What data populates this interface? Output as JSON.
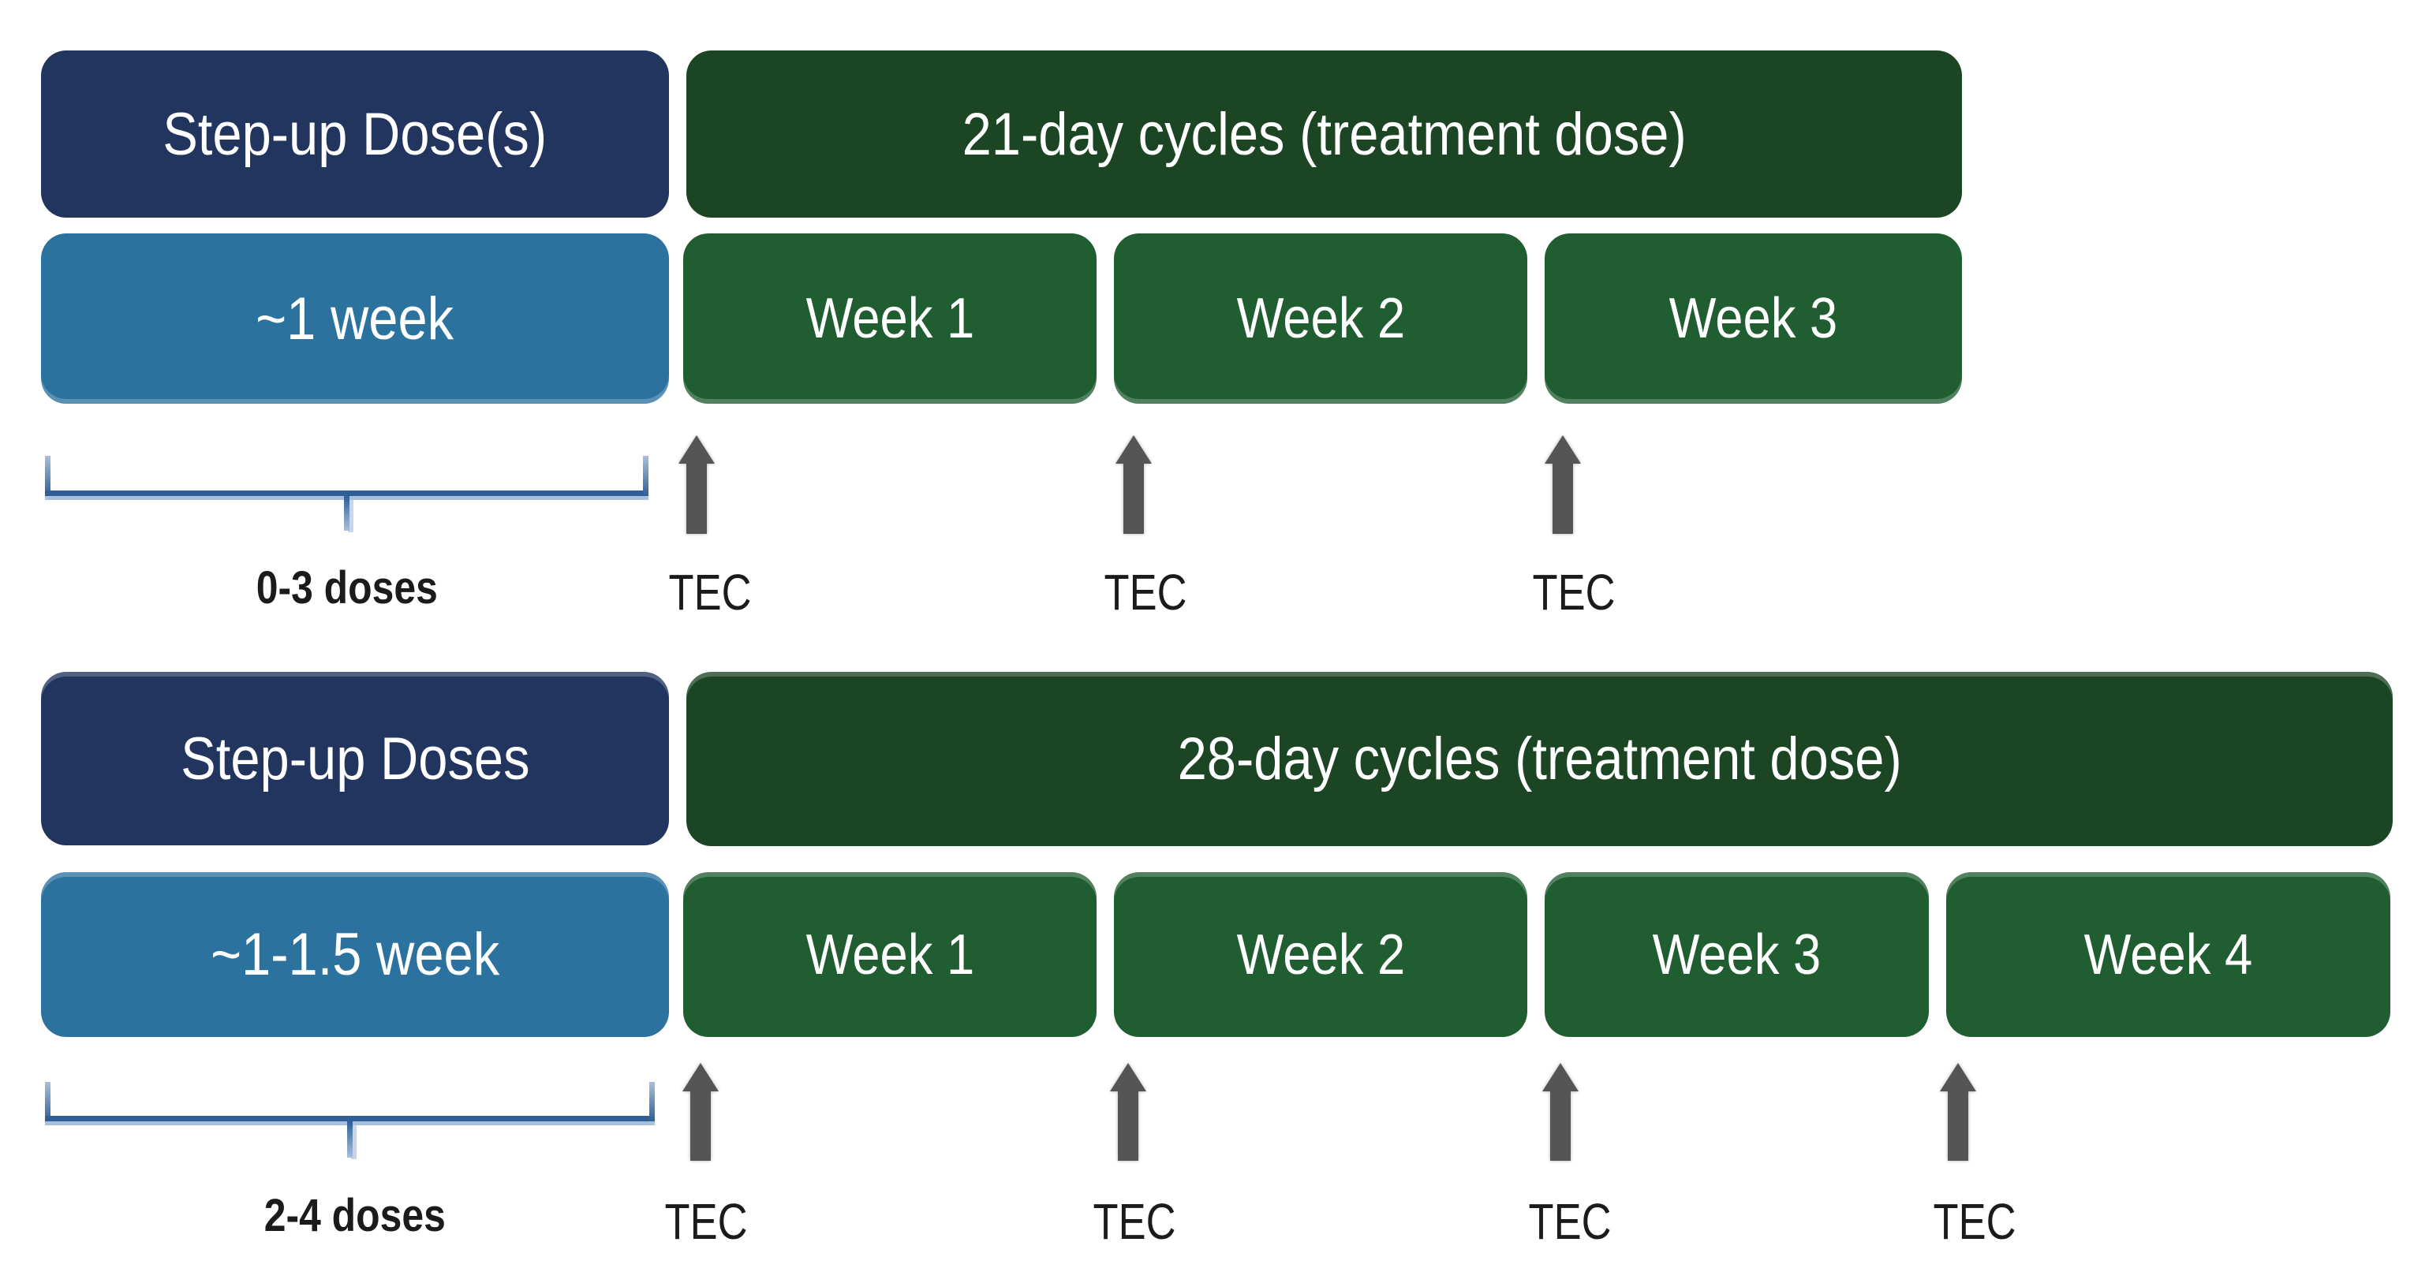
{
  "colors": {
    "navy": "#21355F",
    "steel_blue": "#2C729F",
    "cycle_green": "#1C4524",
    "week_green": "#205E31",
    "arrow_gray": "#555555",
    "brace_blue": "#2E5F96",
    "brace_light": "#A9C0DC",
    "text_dark": "#1B1B1B"
  },
  "sections": [
    {
      "step_up_label": "Step-up Dose(s)",
      "duration_label": "~1 week",
      "cycle_label": "21-day cycles (treatment dose)",
      "weeks": [
        "Week 1",
        "Week 2",
        "Week 3"
      ],
      "doses_label": "0-3 doses",
      "tec_labels": [
        "TEC",
        "TEC",
        "TEC"
      ]
    },
    {
      "step_up_label": "Step-up Doses",
      "duration_label": "~1-1.5 week",
      "cycle_label": "28-day cycles (treatment dose)",
      "weeks": [
        "Week 1",
        "Week 2",
        "Week 3",
        "Week 4"
      ],
      "doses_label": "2-4 doses",
      "tec_labels": [
        "TEC",
        "TEC",
        "TEC",
        "TEC"
      ]
    }
  ]
}
